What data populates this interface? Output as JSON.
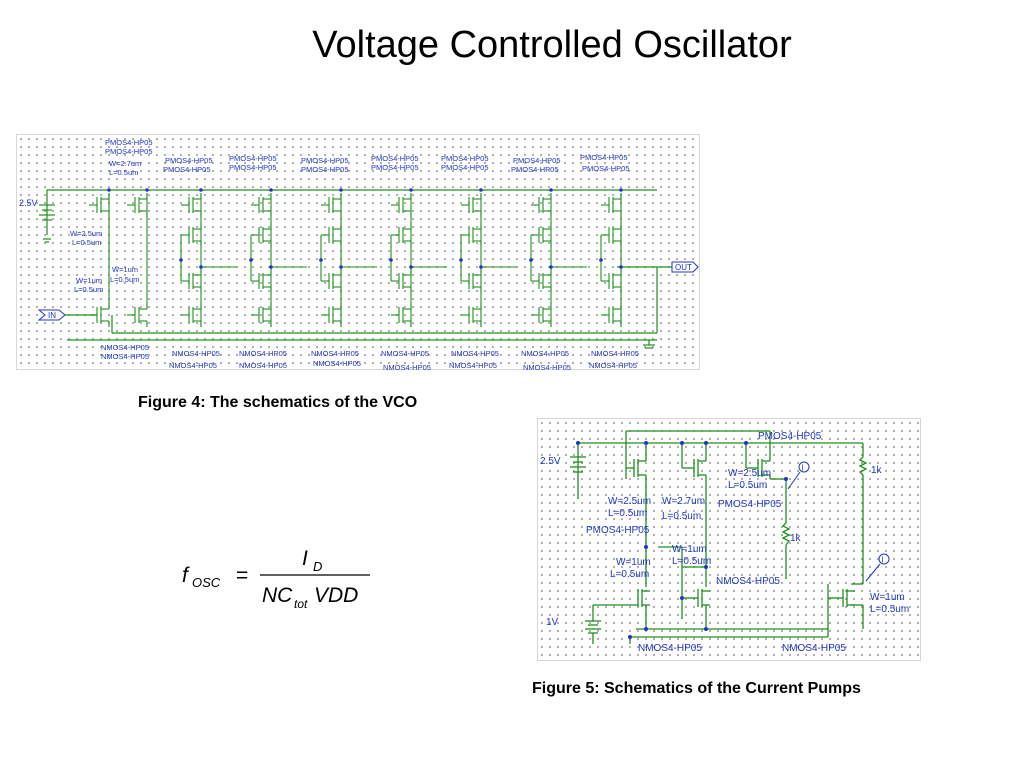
{
  "slide": {
    "title": "Voltage Controlled Oscillator"
  },
  "figure4": {
    "caption": "Figure 4: The schematics of the VCO",
    "supply_label": "2.5V",
    "in_label": "IN",
    "out_label": "OUT",
    "first_pmos_part": [
      "PMOS4-HP05",
      "PMOS4-HP05"
    ],
    "first_pmos_size": [
      "W=2.7um",
      "L=0.5um"
    ],
    "first_pmos_side_size": [
      "W=2.5um",
      "L=0.5um"
    ],
    "first_nmos_size": [
      "W=1um",
      "L=0.5um"
    ],
    "first_nmos_side_size": [
      "W=1um",
      "L=0.5um"
    ],
    "first_nmos_part": [
      "NMOS4-HP05",
      "NMOS4-HP05"
    ],
    "stage_pmos_parts": [
      [
        "PMOS4-HP05",
        "PMOS4-HP05"
      ],
      [
        "PMOS4-HP05",
        "PMOS4-HP05"
      ],
      [
        "PMOS4-HP05",
        "PMOS4-HP05"
      ],
      [
        "PMOS4-HP05",
        "PMOS4-HP05"
      ],
      [
        "PMOS4-HP05",
        "PMOS4-HP05"
      ],
      [
        "PMOS4-HP05",
        "PMOS4-HP05"
      ],
      [
        "PMOS4-HP05",
        "PMOS4-HP05"
      ]
    ],
    "stage_pmos_size": [
      "W=2.5um",
      "L=0.5um"
    ],
    "stage_nmos_size": [
      "W=1um",
      "L=0.5um"
    ],
    "stage_nmos_parts": [
      [
        "NMOS4-HP05",
        "NMOS4-HP05"
      ],
      [
        "NMOS4-HP05",
        "NMOS4-HP05"
      ],
      [
        "NMOS4-HP05",
        "NMOS4-HP05"
      ],
      [
        "NMOS4-HP05",
        "NMOS4-HP05"
      ],
      [
        "NMOS4-HP05",
        "NMOS4-HP05"
      ],
      [
        "NMOS4-HP05",
        "NMOS4-HP05"
      ],
      [
        "NMOS4-HP05",
        "NMOS4-HP05"
      ]
    ]
  },
  "figure5": {
    "caption": "Figure 5: Schematics of the Current Pumps",
    "supply_label": "2.5V",
    "bias_label": "1V",
    "pmos_top_part": "PMOS4-HP05",
    "pmos_left_size": [
      "W=2.5um",
      "L=0.5um"
    ],
    "pmos_left_part": "PMOS4-HP05",
    "pmos_mid_size": [
      "W=2.7um",
      "L=0.5um"
    ],
    "pmos_right_size": [
      "W=2.5um",
      "L=0.5um"
    ],
    "pmos_right_part": "PMOS4-HP05",
    "nmos_left_size": [
      "W=1um",
      "L=0.5um"
    ],
    "nmos_mid_size": [
      "W=1um",
      "L=0.5um"
    ],
    "nmos_mid_part": "NMOS4-HP05",
    "nmos_right_size": [
      "W=1um",
      "L=0.5um"
    ],
    "nmos_bottom_left_part": "NMOS4-HP05",
    "nmos_bottom_right_part": "NMOS4-HP05",
    "resistor_right": "1k",
    "resistor_mid": "1k",
    "probe_label": "I"
  },
  "formula": {
    "lhs_f": "f",
    "lhs_sub": "OSC",
    "equals": "=",
    "num": "I",
    "num_sub": "D",
    "den_nc": "NC",
    "den_sub": "tot",
    "den_vdd": "VDD"
  },
  "colors": {
    "wire": "#1f8f1f",
    "label": "#1f35c7",
    "node": "#1f35c7",
    "grid_dot": "#9a9a9a",
    "text": "#000000"
  }
}
